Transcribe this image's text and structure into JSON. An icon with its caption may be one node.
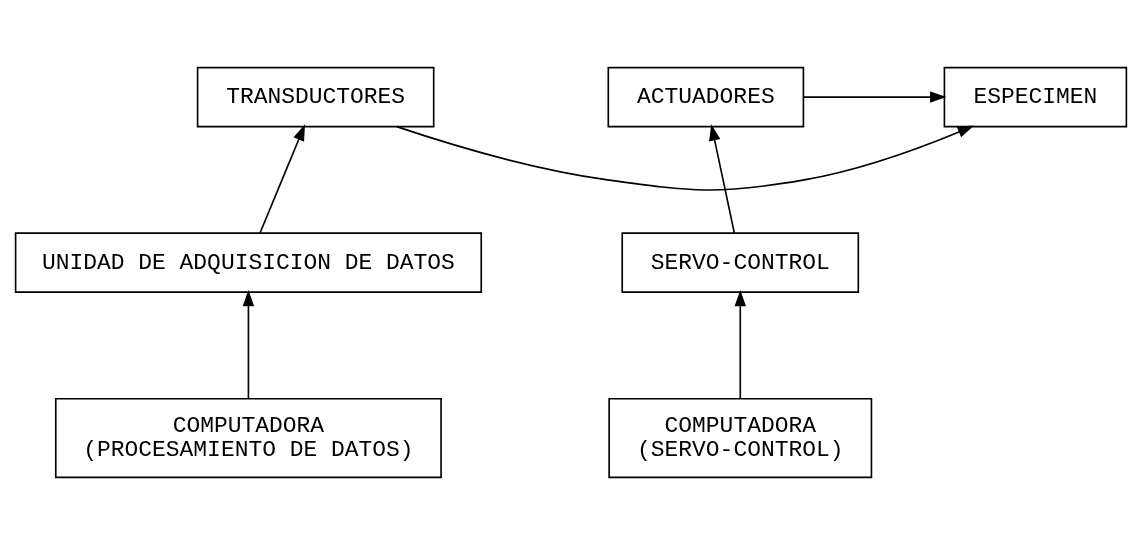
{
  "diagram": {
    "nodes": [
      {
        "text": [
          "TRANSDUCTORES"
        ]
      },
      {
        "text": [
          "ESPECIMEN"
        ]
      },
      {
        "text": [
          "ACTUADORES"
        ]
      },
      {
        "text": [
          "UNIDAD DE ADQUISICION DE DATOS"
        ]
      },
      {
        "text": [
          "SERVO-CONTROL"
        ]
      },
      {
        "text": [
          "COMPUTADORA",
          "(PROCESAMIENTO DE DATOS)"
        ]
      },
      {
        "text": [
          "COMPUTADORA",
          "(SERVO-CONTROL)"
        ]
      }
    ],
    "edges": [
      {
        "from": 0,
        "to": 1,
        "arrow": "to"
      },
      {
        "from": 2,
        "to": 1,
        "arrow": "to"
      },
      {
        "from": 3,
        "to": 0,
        "arrow": "to"
      },
      {
        "from": 5,
        "to": 3,
        "arrow": "to"
      },
      {
        "from": 4,
        "to": 2,
        "arrow": "to"
      },
      {
        "from": 6,
        "to": 4,
        "arrow": "to"
      }
    ]
  }
}
